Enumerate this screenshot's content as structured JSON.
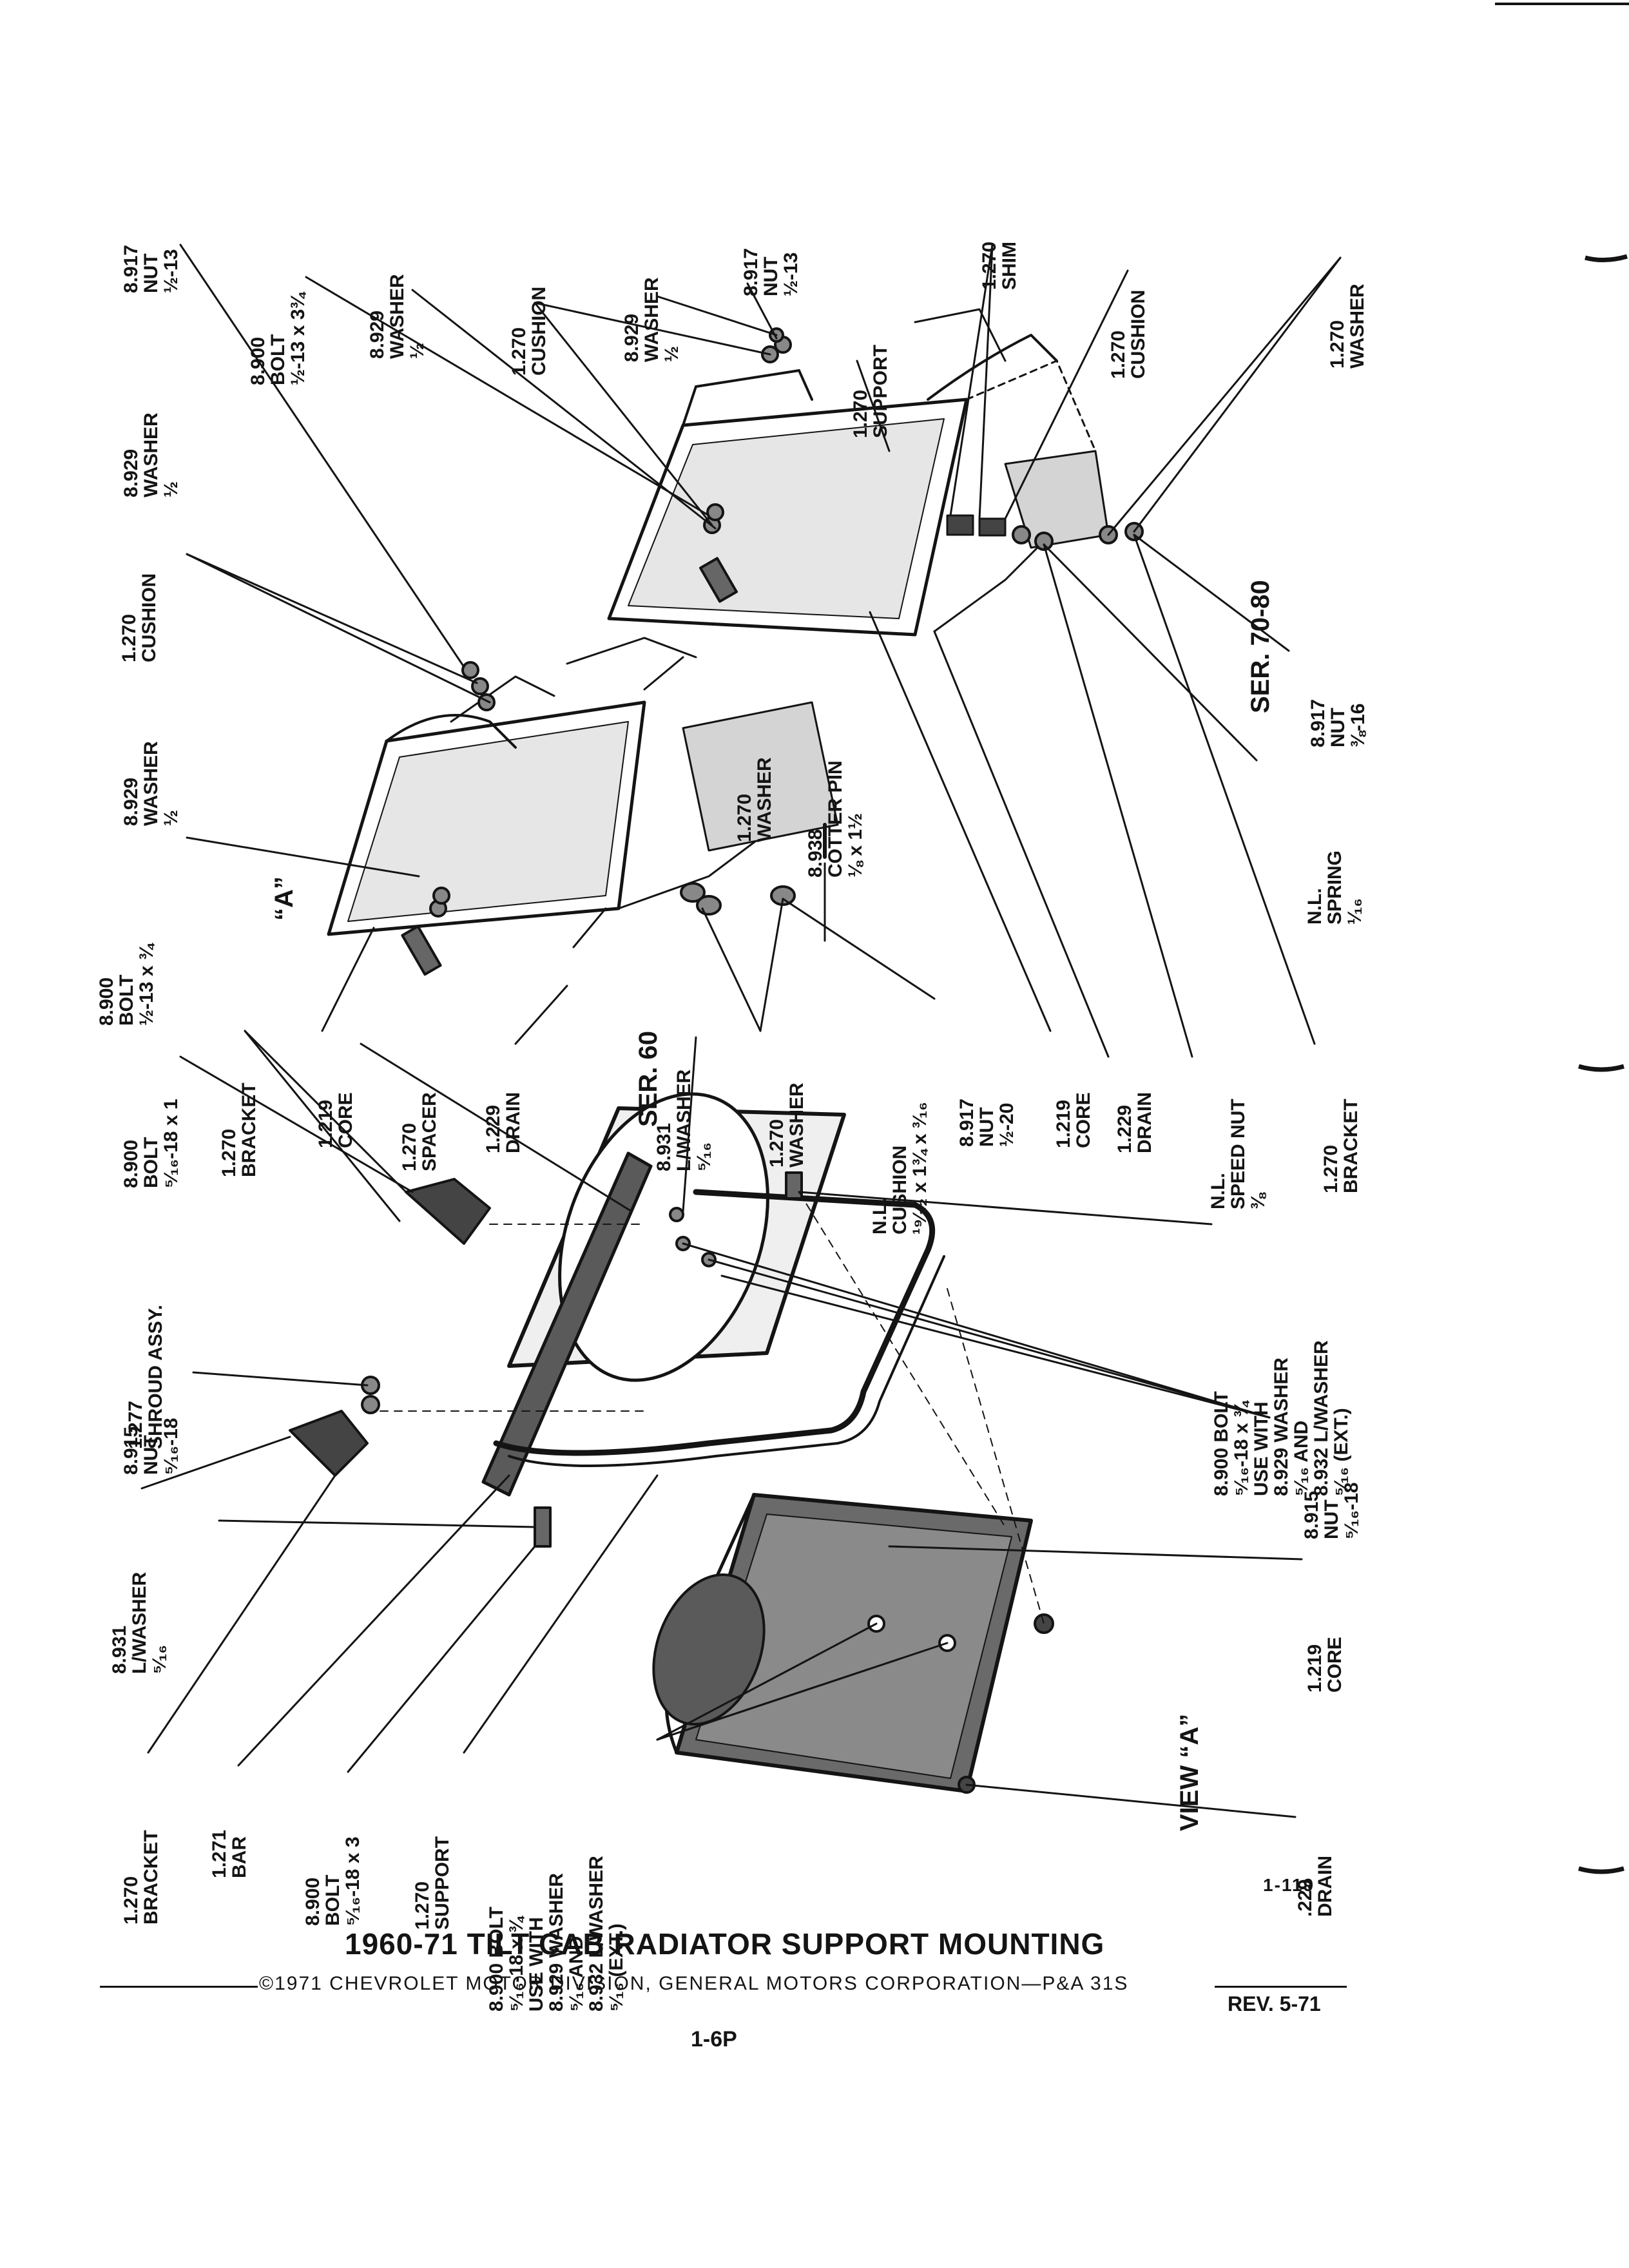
{
  "document": {
    "title": "1960-71 TILT CAB RADIATOR SUPPORT MOUNTING",
    "copyright": "©1971 CHEVROLET MOTOR DIVISION, GENERAL MOTORS CORPORATION—P&A 31S",
    "revision": "REV. 5-71",
    "page_number": "1-6P",
    "figure_number": "1-119"
  },
  "section_labels": {
    "ser_60": "SER. 60",
    "ser_70_80": "SER. 70-80",
    "view_a_marker": "“A”",
    "view_a": "VIEW “A”"
  },
  "callouts": {
    "c01": "8.917\nNUT\n½-13",
    "c02": "8.900\nBOLT\n½-13 x 3¾",
    "c03": "8.929\nWASHER\n½",
    "c04": "1.270\nCUSHION",
    "c05": "8.929\nWASHER\n½",
    "c06": "8.917\nNUT\n½-13",
    "c07": "1.270\nSUPPORT",
    "c08": "1.270\nSHIM",
    "c09": "1.270\nCUSHION",
    "c10": "1.270\nWASHER",
    "c11": "8.929\nWASHER\n½",
    "c12": "1.270\nCUSHION",
    "c13": "8.929\nWASHER\n½",
    "c14": "8.900\nBOLT\n½-13 x ¾",
    "c15": "8.900\nBOLT\n⁵⁄₁₆-18 x 1",
    "c16": "1.270\nBRACKET",
    "c17": "1.219\nCORE",
    "c18": "1.270\nSPACER",
    "c19": "1.229\nDRAIN",
    "c20": "1.270\nWASHER",
    "c21": "8.938\nCOTTER PIN\n⅛ x 1½",
    "c22": "8.931\nL/WASHER\n⁵⁄₁₆",
    "c23": "1.270\nWASHER",
    "c24": "N.L.\nCUSHION\n¹⁹⁄₃₂ x 1¾ x ³⁄₁₆",
    "c25": "8.917\nNUT\n½-20",
    "c26": "1.219\nCORE",
    "c27": "1.229\nDRAIN",
    "c28": "N.L.\nSPEED NUT\n⅜",
    "c29": "1.270\nBRACKET",
    "c30": "8.917\nNUT\n⅜-16",
    "c31": "N.L.\nSPRING\n¹⁄₁₆",
    "c32": "1.277\nSHROUD ASSY.",
    "c33": "8.915\nNUT\n⁵⁄₁₆-18",
    "c34": "8.931\nL/WASHER\n⁵⁄₁₆",
    "c35": "8.900 BOLT\n⁵⁄₁₆-18 x ¾\nUSE WITH\n8.929 WASHER\n⁵⁄₁₆ AND\n8.932 L/WASHER\n⁵⁄₁₆ (EXT.)",
    "c36": "8.915\nNUT\n⁵⁄₁₆-18",
    "c37": "1.219\nCORE",
    "c38": "1.270\nBRACKET",
    "c39": "1.271\nBAR",
    "c40": "8.900\nBOLT\n⁵⁄₁₆-18 x 3",
    "c41": "1.270\nSUPPORT",
    "c42": "8.900 BOLT\n⁵⁄₁₆-18 x ¾\nUSE WITH\n8.929 WASHER\n⁵⁄₁₆ AND\n8.932 L/WASHER\n⁵⁄₁₆ (EXT.)",
    "c43": ".229\nDRAIN"
  },
  "colors": {
    "ink": "#141414",
    "paper": "#ffffff",
    "shade": "#3a3a3a"
  }
}
